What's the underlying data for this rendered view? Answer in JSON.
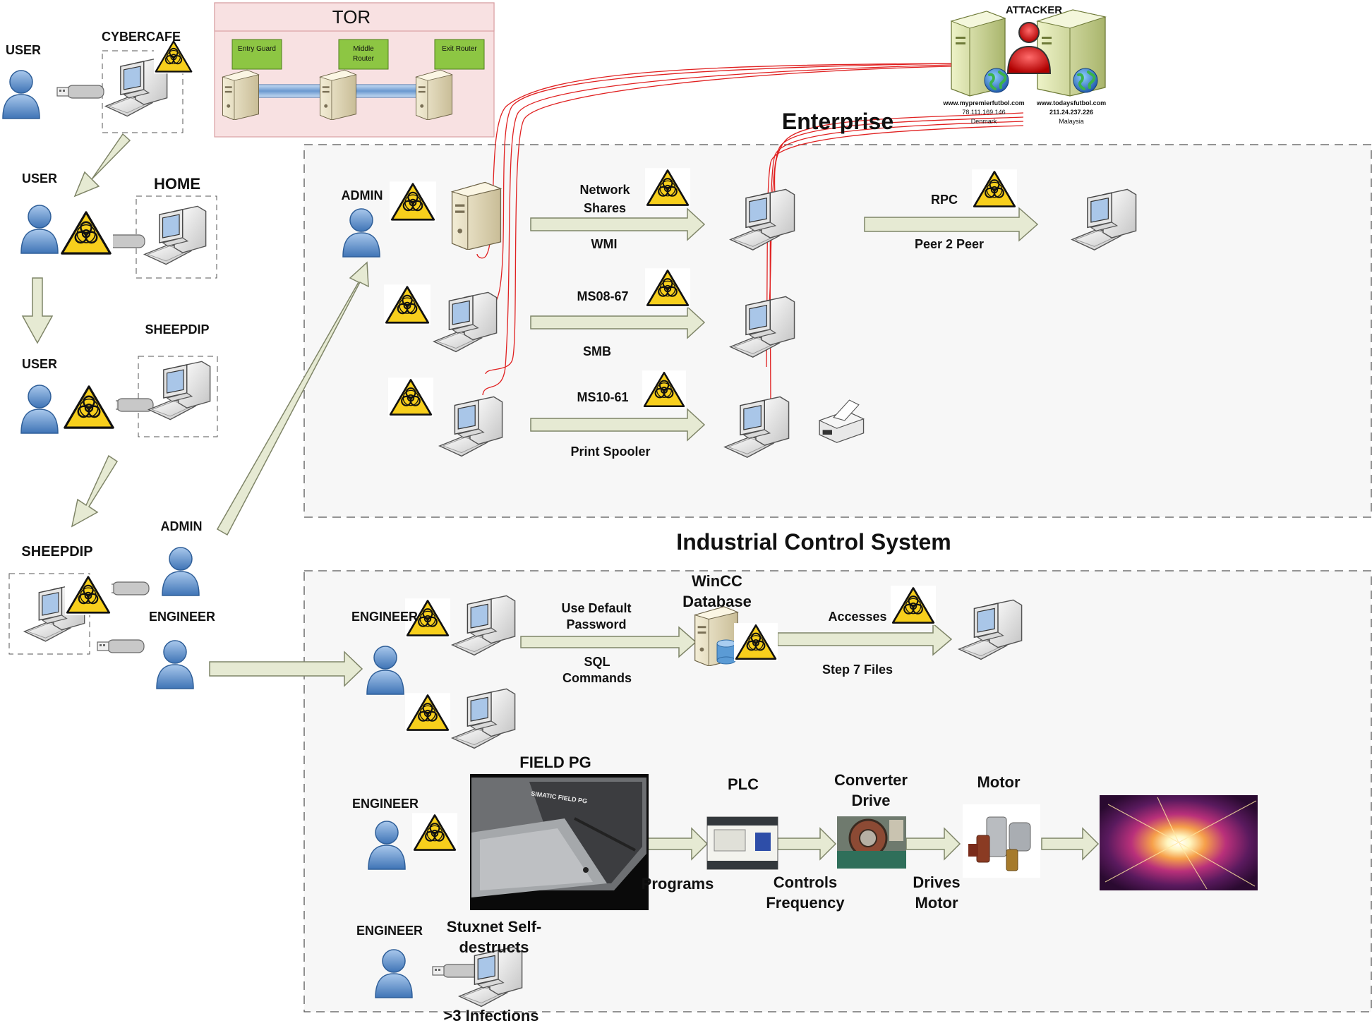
{
  "tor": {
    "title": "TOR",
    "nodes": [
      "Entry Guard",
      "Middle Router",
      "Exit Router"
    ]
  },
  "attacker": {
    "title": "ATTACKER",
    "servers": [
      {
        "domain": "www.mypremierfutbol.com",
        "ip": "78.111.169.146",
        "country": "Denmark"
      },
      {
        "domain": "www.todaysfutbol.com",
        "ip": "211.24.237.226",
        "country": "Malaysia"
      }
    ]
  },
  "left_chain": {
    "user1": "USER",
    "cybercafe": "CYBERCAFE",
    "user2": "USER",
    "home": "HOME",
    "sheepdip1": "SHEEPDIP",
    "user3": "USER",
    "sheepdip2": "SHEEPDIP",
    "admin": "ADMIN",
    "engineer": "ENGINEER"
  },
  "enterprise": {
    "title": "Enterprise",
    "admin": "ADMIN",
    "flows": [
      {
        "top": "Network\nShares",
        "bottom": "WMI"
      },
      {
        "top": "MS08-67",
        "bottom": "SMB"
      },
      {
        "top": "MS10-61",
        "bottom": "Print Spooler"
      }
    ],
    "rpc": {
      "top": "RPC",
      "bottom": "Peer 2 Peer"
    }
  },
  "ics": {
    "title": "Industrial Control System",
    "engineer_labels": [
      "ENGINEER",
      "ENGINEER",
      "ENGINEER"
    ],
    "flow1": {
      "top": "Use Default\nPassword",
      "bottom": "SQL\nCommands"
    },
    "wincc": "WinCC\nDatabase",
    "flow2": {
      "top": "Accesses",
      "bottom": "Step 7 Files"
    },
    "field_pg": "FIELD PG",
    "field_pg_screen": "SIMATIC FIELD PG",
    "plc": "PLC",
    "converter": "Converter\nDrive",
    "motor": "Motor",
    "programs": "Programs",
    "controls": "Controls\nFrequency",
    "drives": "Drives\nMotor",
    "self_destruct": "Stuxnet Self-\ndestructs",
    "infections": ">3 Infections"
  },
  "colors": {
    "arrow_fill": "#e6ead3",
    "arrow_stroke": "#7f8568",
    "hazard_fill": "#f7cf1c",
    "zone_fill": "#f7f7f7",
    "tor_fill": "#f8e1e2",
    "tor_node_fill": "#8dc643",
    "link_red": "#e02020",
    "user_blue": "#5f93cb"
  }
}
